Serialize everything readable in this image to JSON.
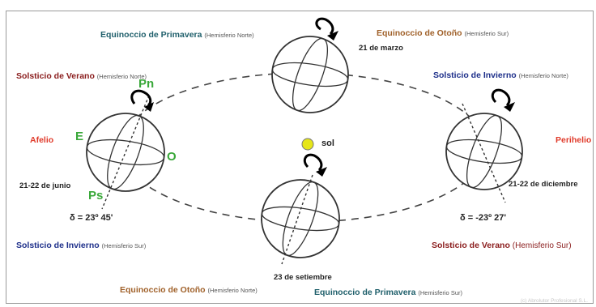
{
  "labels": {
    "eq_primavera_norte": {
      "title": "Equinoccio de Primavera",
      "sub": "(Hemisferio Norte)"
    },
    "eq_otono_sur": {
      "title": "Equinoccio de Otoño",
      "sub": "(Hemisferio Sur)"
    },
    "date_march": "21 de marzo",
    "sol_verano_norte": {
      "title": "Solsticio de Verano",
      "sub": "(Hemisferio Norte)"
    },
    "sol_invierno_norte": {
      "title": "Solsticio de Invierno",
      "sub": "(Hemisferio Norte)"
    },
    "afelio": "Afelio",
    "perihelio": "Perihelio",
    "date_june": "21-22 de junio",
    "date_december": "21-22 de diciembre",
    "delta_june": "δ = 23º 45'",
    "delta_december": "δ = -23º 27'",
    "sun": "sol",
    "sol_invierno_sur": {
      "title": "Solsticio de Invierno",
      "sub": "(Hemisferio Sur)"
    },
    "sol_verano_sur": {
      "title": "Solsticio de Verano",
      "sub": "(Hemisferio Sur)"
    },
    "date_september": "23 de setiembre",
    "eq_otono_norte": {
      "title": "Equinoccio de Otoño",
      "sub": "(Hemisferio Norte)"
    },
    "eq_primavera_sur": {
      "title": "Equinoccio de Primavera",
      "sub": "(Hemisferio Sur)"
    },
    "pole_north": "Pn",
    "pole_south": "Ps",
    "east": "E",
    "west": "O",
    "watermark": "(c) Abrolutor Profesional S.L."
  },
  "colors": {
    "teal": "#1f5f6b",
    "orange": "#a0612a",
    "maroon": "#8a1c1c",
    "navy": "#1d2f8a",
    "red": "#e03a2a",
    "green": "#3aa83a",
    "sun": "#e6e619"
  }
}
